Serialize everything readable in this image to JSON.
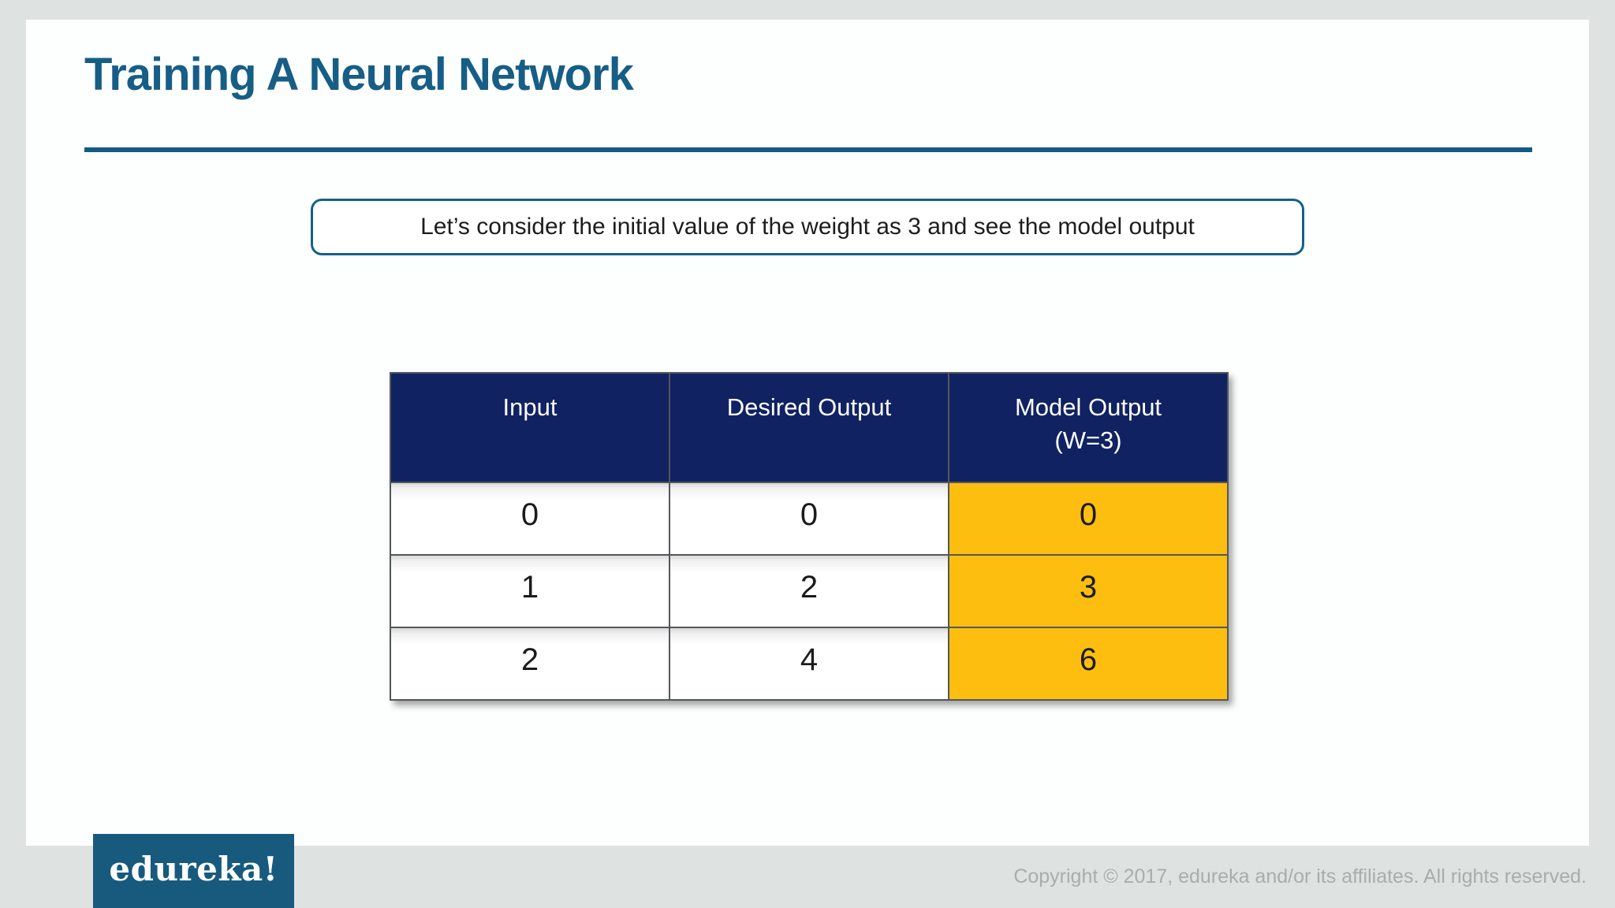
{
  "slide": {
    "title": "Training A Neural Network",
    "callout": "Let’s consider the initial value of the weight as 3 and see the model output"
  },
  "table": {
    "headers": [
      "Input",
      "Desired Output",
      "Model Output\n(W=3)"
    ],
    "rows": [
      [
        "0",
        "0",
        "0"
      ],
      [
        "1",
        "2",
        "3"
      ],
      [
        "2",
        "4",
        "6"
      ]
    ]
  },
  "footer": {
    "logo": "edureka!",
    "copyright": "Copyright © 2017, edureka and/or its affiliates. All rights reserved."
  },
  "colors": {
    "title_accent": "#175e86",
    "table_header_bg": "#112262",
    "highlight_yellow": "#fdbe10",
    "logo_bg": "#175a7e"
  }
}
